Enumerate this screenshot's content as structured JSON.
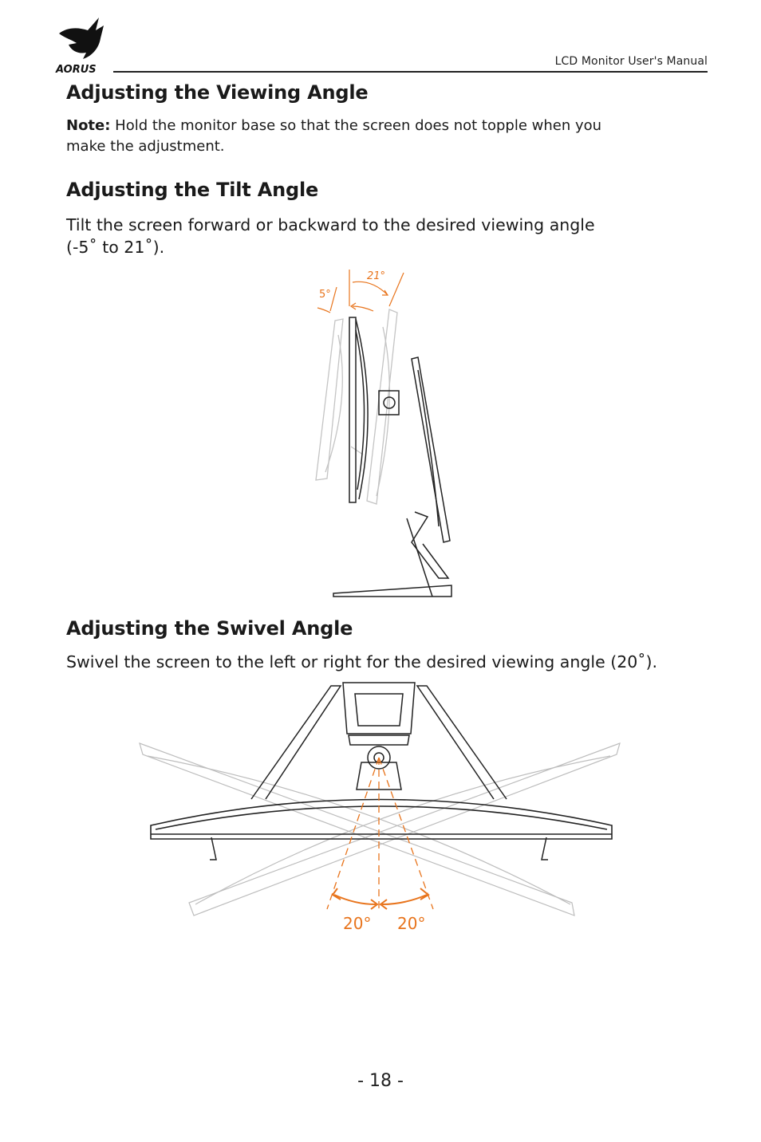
{
  "header": {
    "logo_text": "AORUS",
    "manual_title": "LCD Monitor User's Manual"
  },
  "sections": {
    "viewing": {
      "title": "Adjusting the Viewing Angle",
      "note_label": "Note:",
      "note_line1": " Hold the monitor base so that the screen does not topple when you",
      "note_line2": "make the adjustment."
    },
    "tilt": {
      "title": "Adjusting the Tilt Angle",
      "body_line1": "Tilt the screen forward or backward to the desired viewing angle",
      "body_line2": "(-5˚ to 21˚).",
      "figure": {
        "forward_label": "5°",
        "backward_label": "21°"
      }
    },
    "swivel": {
      "title": "Adjusting the Swivel Angle",
      "body": "Swivel the screen to the left or right for the desired viewing angle (20˚).",
      "figure": {
        "left_label": "20°",
        "right_label": "20°"
      }
    }
  },
  "footer": {
    "page_number": "- 18 -"
  },
  "colors": {
    "accent": "#e8741c",
    "text": "#1a1a1a",
    "line": "#222222",
    "ghost": "#b8b8b8"
  }
}
